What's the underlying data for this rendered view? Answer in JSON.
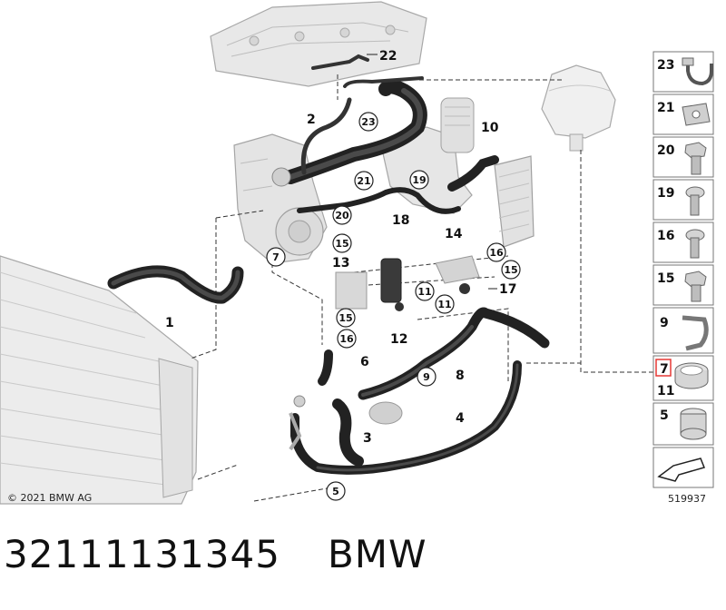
{
  "diagram": {
    "copyright": "© 2021 BMW AG",
    "diagram_number": "519937",
    "callouts": [
      {
        "id": "c1",
        "text": "1"
      },
      {
        "id": "c2",
        "text": "2"
      },
      {
        "id": "c3",
        "text": "3"
      },
      {
        "id": "c4",
        "text": "4"
      },
      {
        "id": "c6",
        "text": "6"
      },
      {
        "id": "c8",
        "text": "8"
      },
      {
        "id": "c10",
        "text": "10"
      },
      {
        "id": "c12",
        "text": "12"
      },
      {
        "id": "c13",
        "text": "13"
      },
      {
        "id": "c14",
        "text": "14"
      },
      {
        "id": "c17",
        "text": "17"
      },
      {
        "id": "c18",
        "text": "18"
      },
      {
        "id": "c22",
        "text": "22"
      }
    ],
    "circled": [
      {
        "id": "k23",
        "text": "23"
      },
      {
        "id": "k21",
        "text": "21"
      },
      {
        "id": "k19",
        "text": "19"
      },
      {
        "id": "k20",
        "text": "20"
      },
      {
        "id": "k7",
        "text": "7"
      },
      {
        "id": "k15a",
        "text": "15"
      },
      {
        "id": "k16a",
        "text": "16"
      },
      {
        "id": "k15b",
        "text": "15"
      },
      {
        "id": "k16b",
        "text": "16"
      },
      {
        "id": "k15c",
        "text": "15"
      },
      {
        "id": "k11a",
        "text": "11"
      },
      {
        "id": "k11b",
        "text": "11"
      },
      {
        "id": "k9",
        "text": "9"
      },
      {
        "id": "k5",
        "text": "5"
      }
    ]
  },
  "sidebar": {
    "items": [
      {
        "label": "23",
        "icon": "clip-bracket-icon"
      },
      {
        "label": "21",
        "icon": "spring-nut-icon"
      },
      {
        "label": "20",
        "icon": "hex-bolt-icon"
      },
      {
        "label": "19",
        "icon": "torx-screw-icon"
      },
      {
        "label": "16",
        "icon": "torx-screw-icon"
      },
      {
        "label": "15",
        "icon": "hex-bolt-icon"
      },
      {
        "label": "9",
        "icon": "hose-clip-icon"
      },
      {
        "label": "7",
        "label2": "11",
        "icon": "hose-clamp-icon"
      },
      {
        "label": "5",
        "icon": "hose-clamp-sleeve-icon"
      },
      {
        "label": "",
        "icon": "arrow-icon"
      }
    ]
  },
  "footer": {
    "part_number": "32111131345",
    "brand": "BMW"
  }
}
